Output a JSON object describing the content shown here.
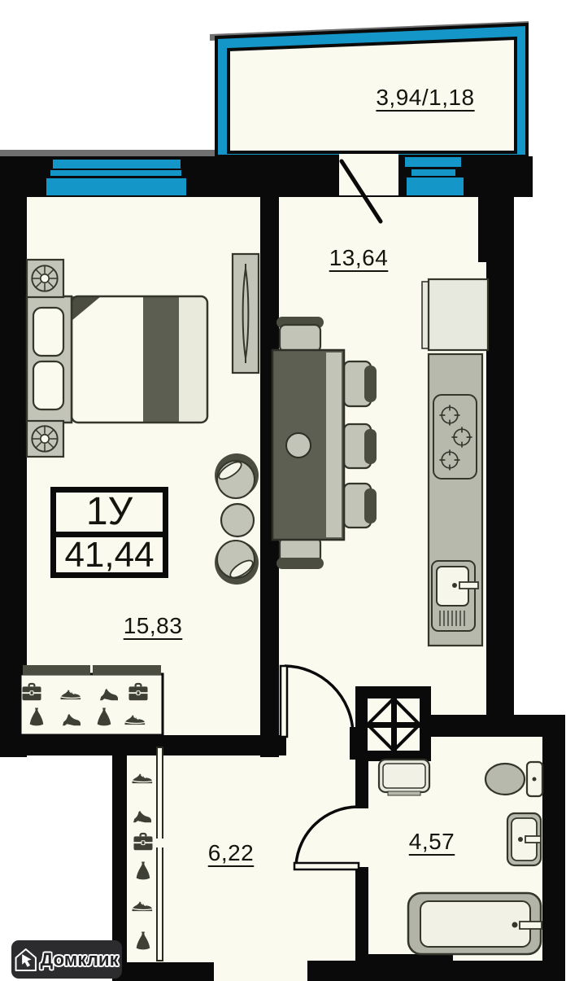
{
  "brand": {
    "name": "Домклик"
  },
  "unit_badge": {
    "type": "1У",
    "area": "41,44"
  },
  "rooms": {
    "balcony": {
      "label": "3,94/1,18"
    },
    "kitchen": {
      "label": "13,64"
    },
    "living_room": {
      "label": "15,83"
    },
    "hallway": {
      "label": "6,22"
    },
    "bathroom": {
      "label": "4,57"
    }
  },
  "wardrobe_icons": [
    "briefcase",
    "sneaker",
    "heel",
    "briefcase",
    "dress",
    "heel",
    "dress",
    "sneaker"
  ],
  "closet_icons": [
    "sneaker",
    "heel",
    "briefcase",
    "dress",
    "sneaker",
    "dress"
  ],
  "colors": {
    "window_accent": "#1596C8",
    "wall": "#0A0A0A",
    "floor": "#FBFAEE",
    "slab_gray": "#707070"
  }
}
